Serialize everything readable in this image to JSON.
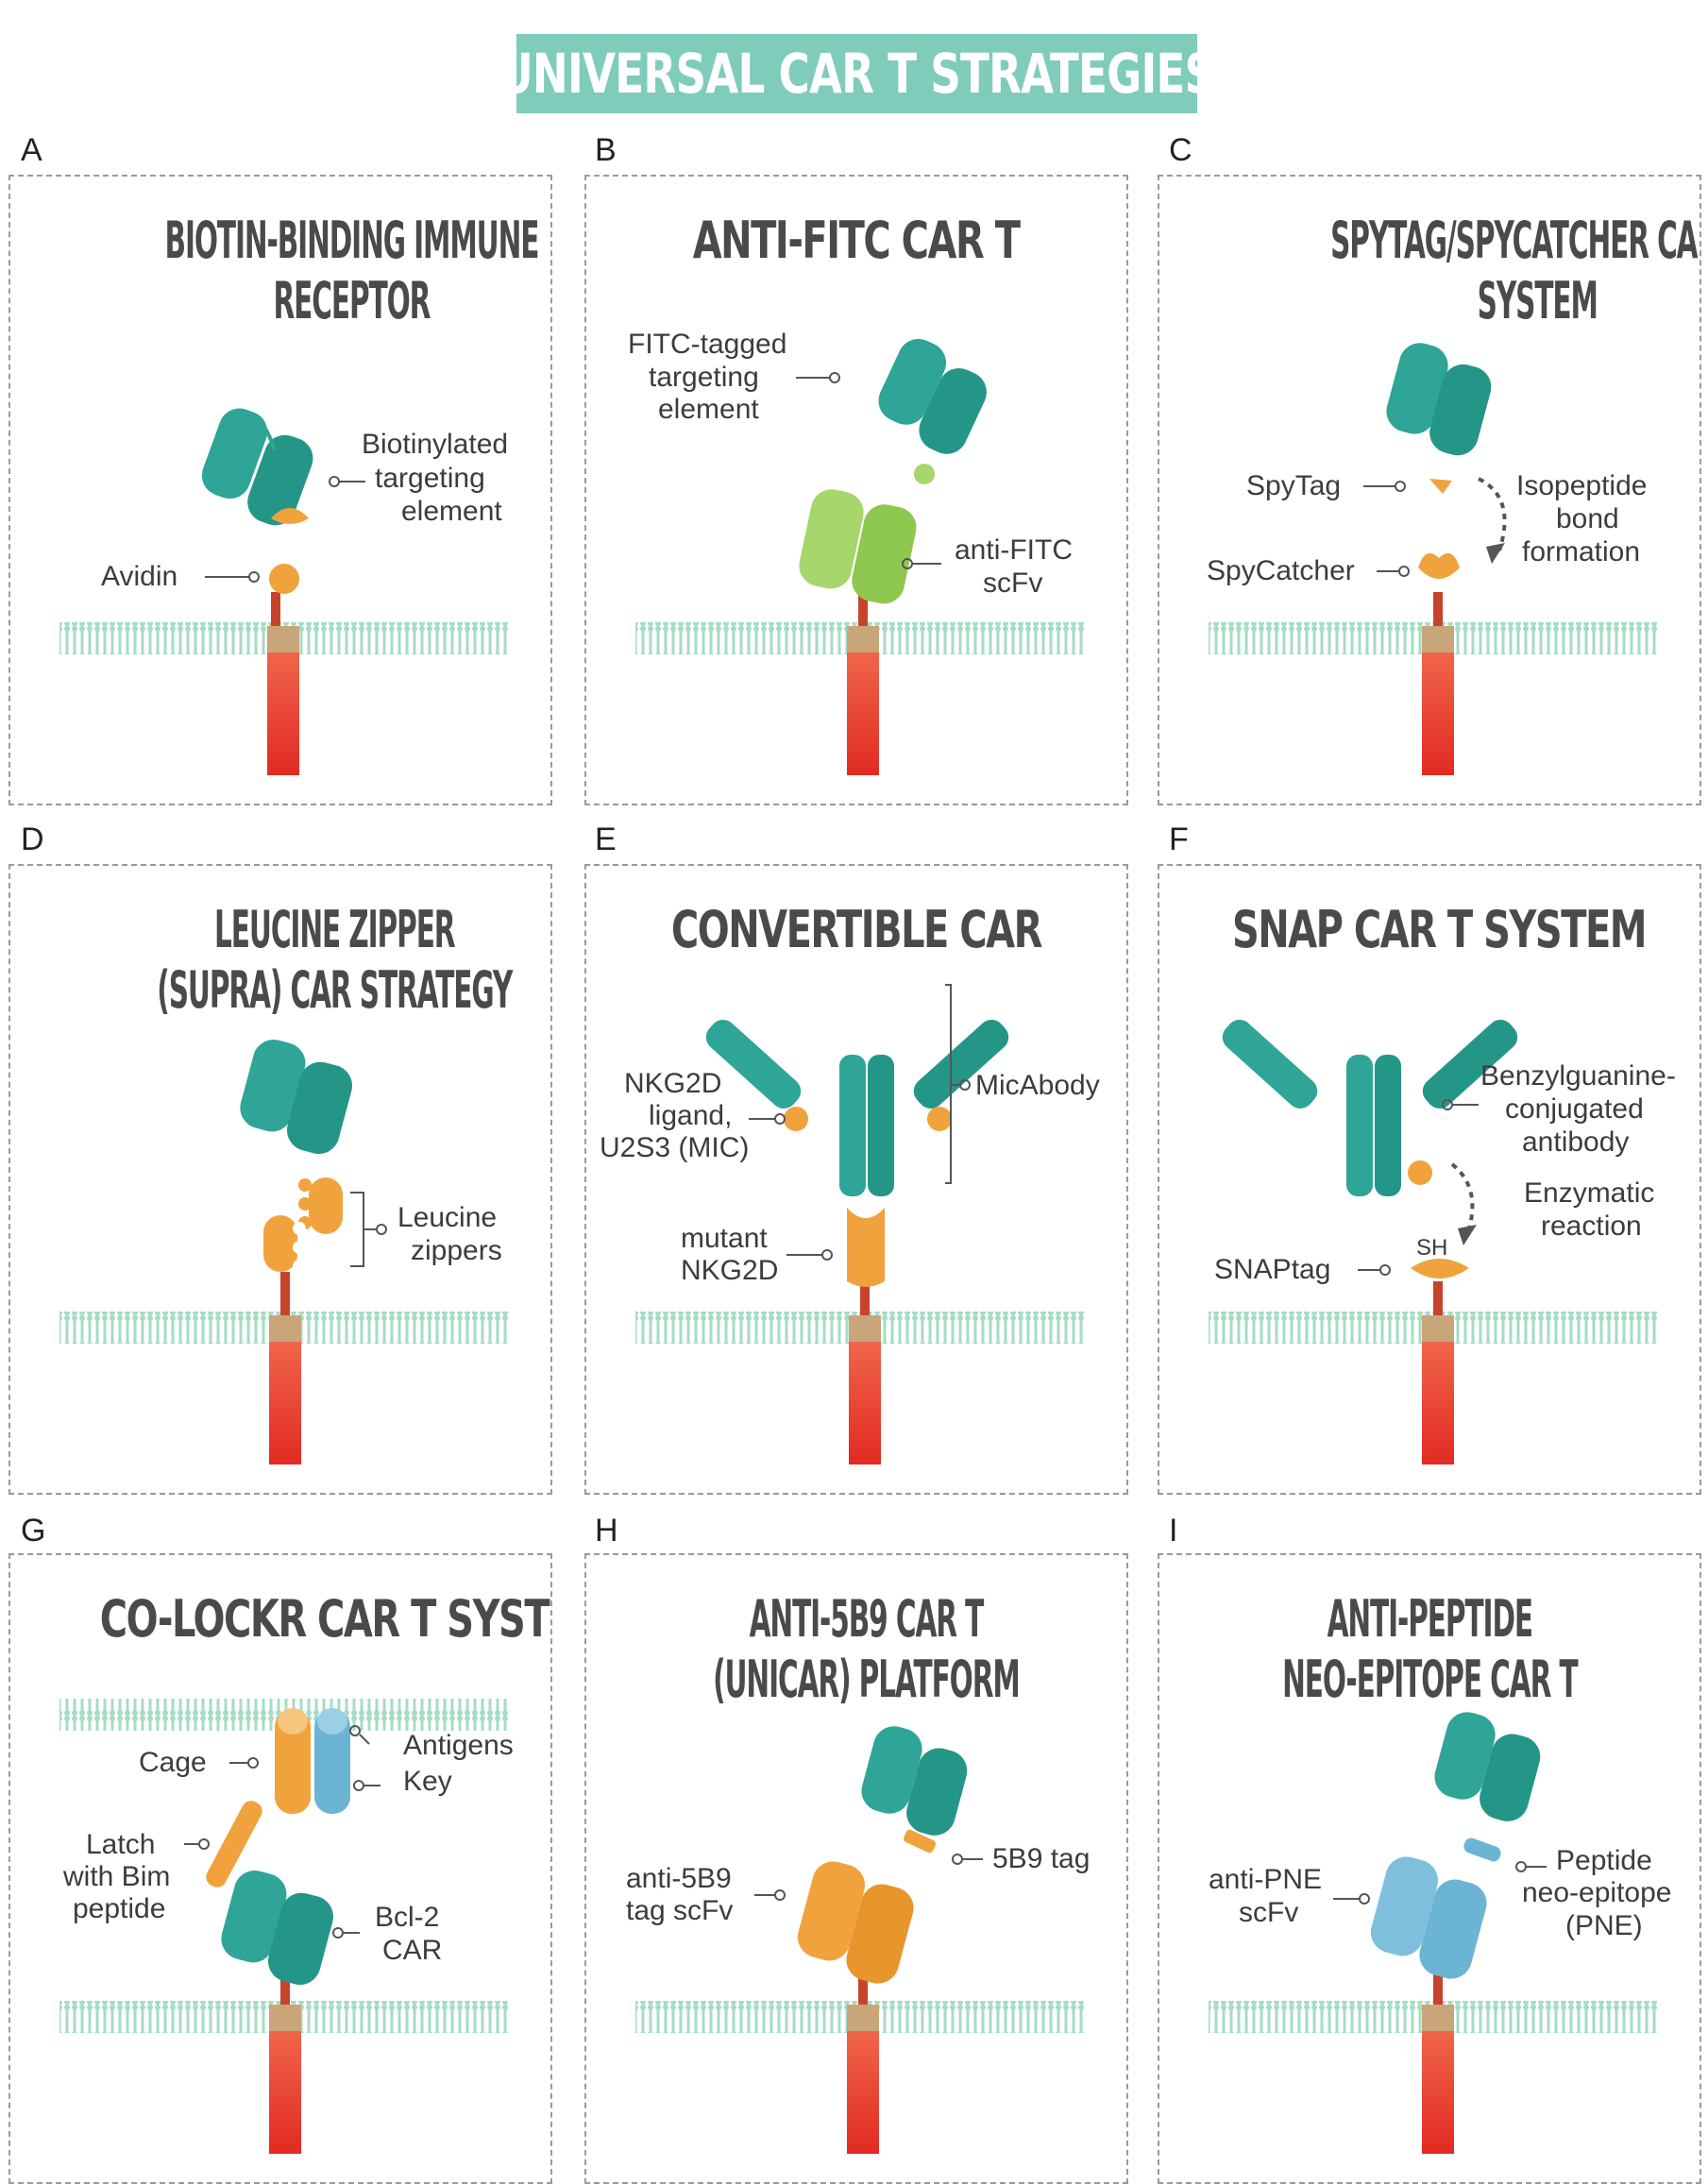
{
  "title": "UNIVERSAL CAR T STRATEGIES",
  "colors": {
    "title_bg": "#7fccbb",
    "teal": "#2ea597",
    "orange": "#f2a541",
    "red": "#e8412b",
    "green": "#9ccf5a",
    "blue": "#6cb4d4"
  },
  "panels": [
    {
      "letter": "A",
      "title": "BIOTIN-BINDING IMMUNE RECEPTOR",
      "labels": [
        "Biotinylated",
        "targeting",
        "element",
        "Avidin"
      ]
    },
    {
      "letter": "B",
      "title": "ANTI-FITC CAR T",
      "labels": [
        "FITC-tagged",
        "targeting",
        "element",
        "anti-FITC",
        "scFv"
      ]
    },
    {
      "letter": "C",
      "title": "SPYTAG/SPYCATCHER CAR T SYSTEM",
      "labels": [
        "SpyTag",
        "SpyCatcher",
        "Isopeptide",
        "bond",
        "formation"
      ]
    },
    {
      "letter": "D",
      "title": "LEUCINE ZIPPER (SUPRA) CAR STRATEGY",
      "labels": [
        "Leucine",
        "zippers"
      ]
    },
    {
      "letter": "E",
      "title": "CONVERTIBLE CAR",
      "labels": [
        "NKG2D",
        "ligand,",
        "U2S3 (MIC)",
        "MicAbody",
        "mutant",
        "NKG2D"
      ]
    },
    {
      "letter": "F",
      "title": "SNAP CAR T SYSTEM",
      "labels": [
        "Benzylguanine-",
        "conjugated",
        "antibody",
        "Enzymatic",
        "reaction",
        "SH",
        "SNAPtag"
      ]
    },
    {
      "letter": "G",
      "title": "CO-LOCKR CAR T SYSTEM",
      "labels": [
        "Cage",
        "Antigens",
        "Key",
        "Latch",
        "with Bim",
        "peptide",
        "Bcl-2",
        "CAR"
      ]
    },
    {
      "letter": "H",
      "title": "ANTI-5B9 CAR T (UNICAR) PLATFORM",
      "labels": [
        "5B9 tag",
        "anti-5B9",
        "tag scFv"
      ]
    },
    {
      "letter": "I",
      "title": "ANTI-PEPTIDE NEO-EPITOPE CAR T",
      "labels": [
        "anti-PNE",
        "scFv",
        "Peptide",
        "neo-epitope",
        "(PNE)"
      ]
    }
  ]
}
